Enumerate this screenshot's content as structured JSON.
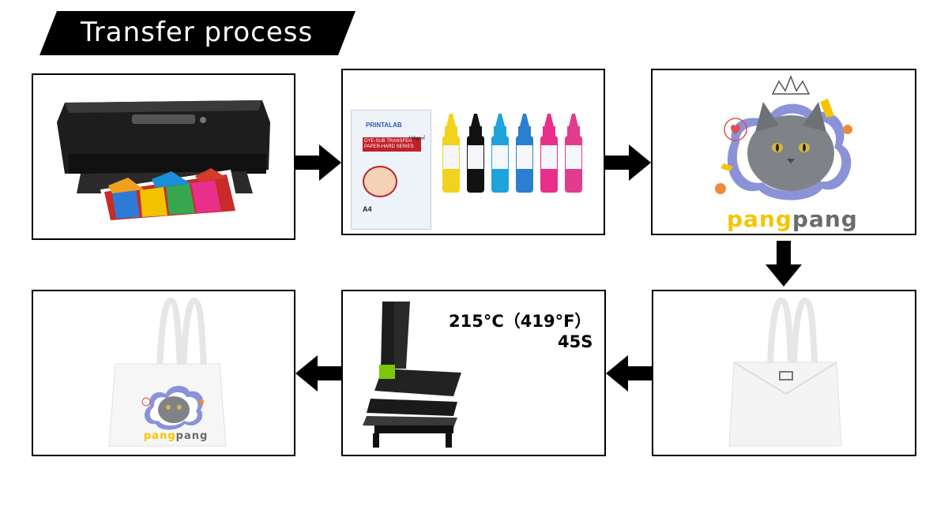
{
  "title": "Transfer process",
  "steps": [
    {
      "id": "printer",
      "label": "printer"
    },
    {
      "id": "paper-and-ink",
      "paper_brand": "PRINTALAB",
      "paper_title": "DYE-SUB TRANSFER PAPER-HARD SERIES",
      "paper_weight": "106g/㎡",
      "paper_size": "A4"
    },
    {
      "id": "design",
      "text_a": "pang",
      "text_b": "pang"
    },
    {
      "id": "blank-bag"
    },
    {
      "id": "heat-press",
      "temperature": "215°C（419°F）",
      "time": "45S"
    },
    {
      "id": "finished-bag",
      "text_a": "pang",
      "text_b": "pang"
    }
  ],
  "colors": {
    "ink": [
      "#f2d21c",
      "#111111",
      "#1fa3dc",
      "#2a7fd0",
      "#e8308a",
      "#e23c8c"
    ],
    "accent_yellow": "#f5c400",
    "accent_gray": "#6b6b6b",
    "press_green": "#7ac70c"
  },
  "icons": [
    "arrow-right-icon",
    "arrow-down-icon",
    "arrow-left-icon"
  ]
}
